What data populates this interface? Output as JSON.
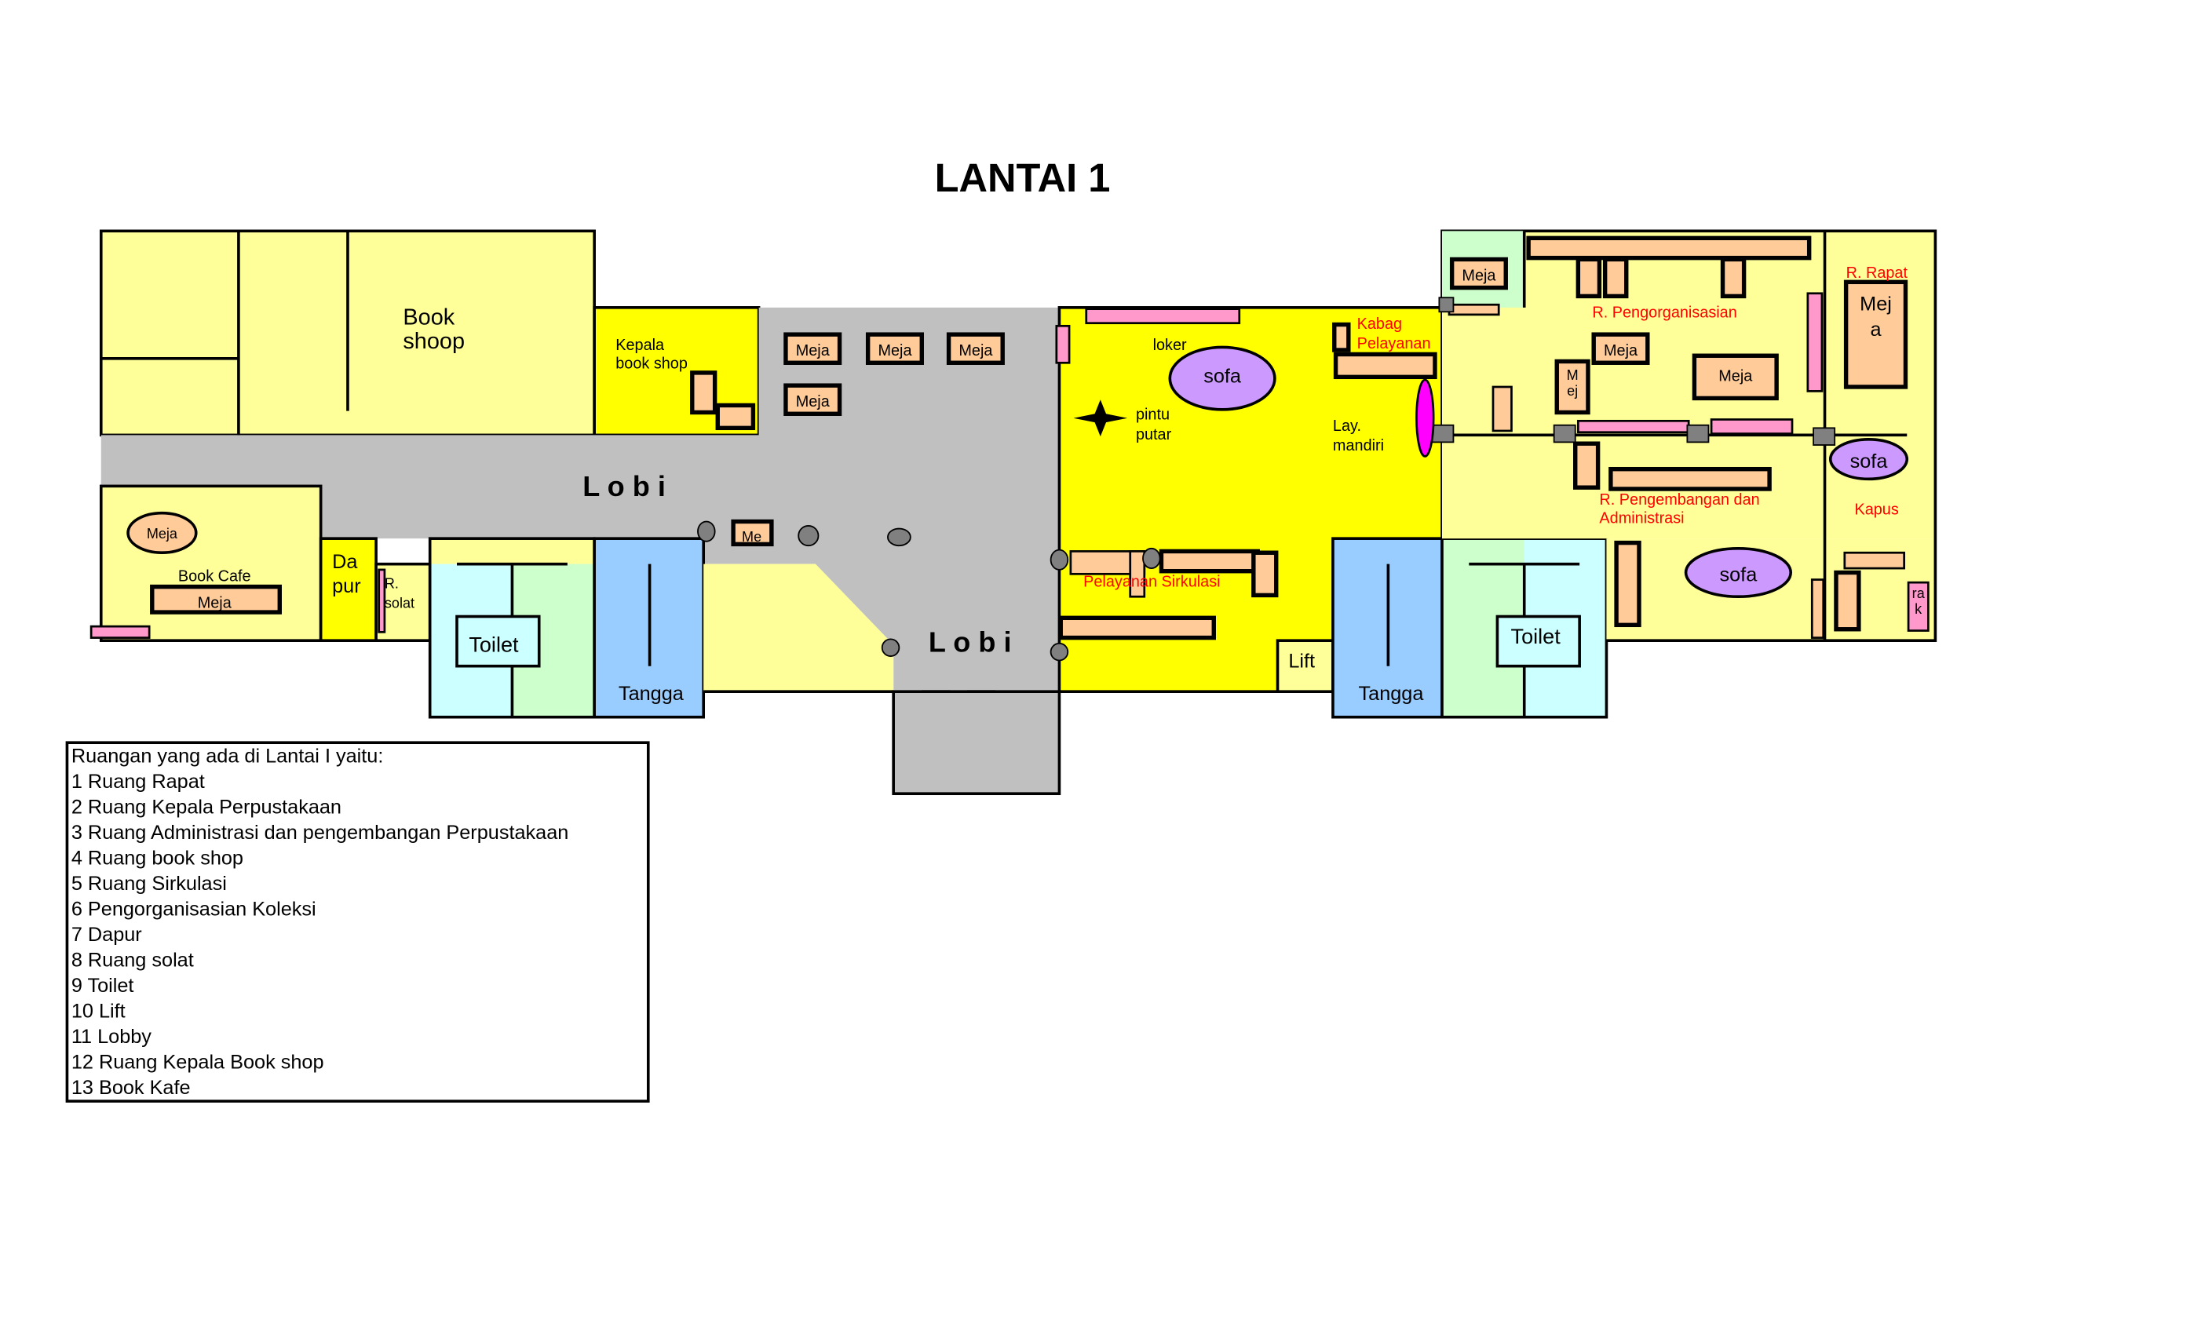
{
  "title": "LANTAI 1",
  "colors": {
    "pale_yellow": "#ffff99",
    "yellow": "#ffff00",
    "lobby_gray": "#c0c0c0",
    "toilet_cyan": "#ccffff",
    "toilet_green": "#ccffcc",
    "stairs_blue": "#99ccff",
    "furniture": "#ffcc99",
    "shelf_pink": "#ff99cc",
    "sofa_purple": "#cc99ff",
    "label_red": "#ff0000"
  },
  "labels": {
    "book_shoop_1": "Book",
    "book_shoop_2": "shoop",
    "kepala_1": "Kepala",
    "kepala_2": "book shop",
    "meja": "Meja",
    "me": "Me",
    "mej_v1": "M",
    "mej_v2": "ej",
    "mej_a1": "Mej",
    "mej_a2": "a",
    "lobi": "L o b i",
    "book_cafe": "Book Cafe",
    "dapur_1": "Da",
    "dapur_2": "pur",
    "solat_1": "R.",
    "solat_2": "solat",
    "toilet": "Toilet",
    "tangga": "Tangga",
    "lift": "Lift",
    "loker": "loker",
    "sofa": "sofa",
    "pintu_1": "pintu",
    "pintu_2": "putar",
    "kabag_1": "Kabag",
    "kabag_2": "Pelayanan",
    "lay_1": "Lay.",
    "lay_2": "mandiri",
    "sirkulasi": "Pelayanan  Sirkulasi",
    "r_rapat": "R. Rapat",
    "r_pengorganisasian": "R. Pengorganisasian",
    "r_pengembangan_1": "R. Pengembangan  dan",
    "r_pengembangan_2": "Administrasi",
    "kapus": "Kapus",
    "rak_1": "ra",
    "rak_2": "k"
  },
  "legend": {
    "heading": "Ruangan yang ada di Lantai I yaitu:",
    "items": [
      "1 Ruang Rapat",
      "2 Ruang Kepala Perpustakaan",
      "3 Ruang Administrasi dan pengembangan Perpustakaan",
      "4 Ruang book shop",
      "5 Ruang Sirkulasi",
      "6 Pengorganisasian Koleksi",
      "7 Dapur",
      "8 Ruang solat",
      "9 Toilet",
      "10 Lift",
      "11 Lobby",
      "12 Ruang Kepala Book shop",
      "13 Book Kafe"
    ]
  }
}
